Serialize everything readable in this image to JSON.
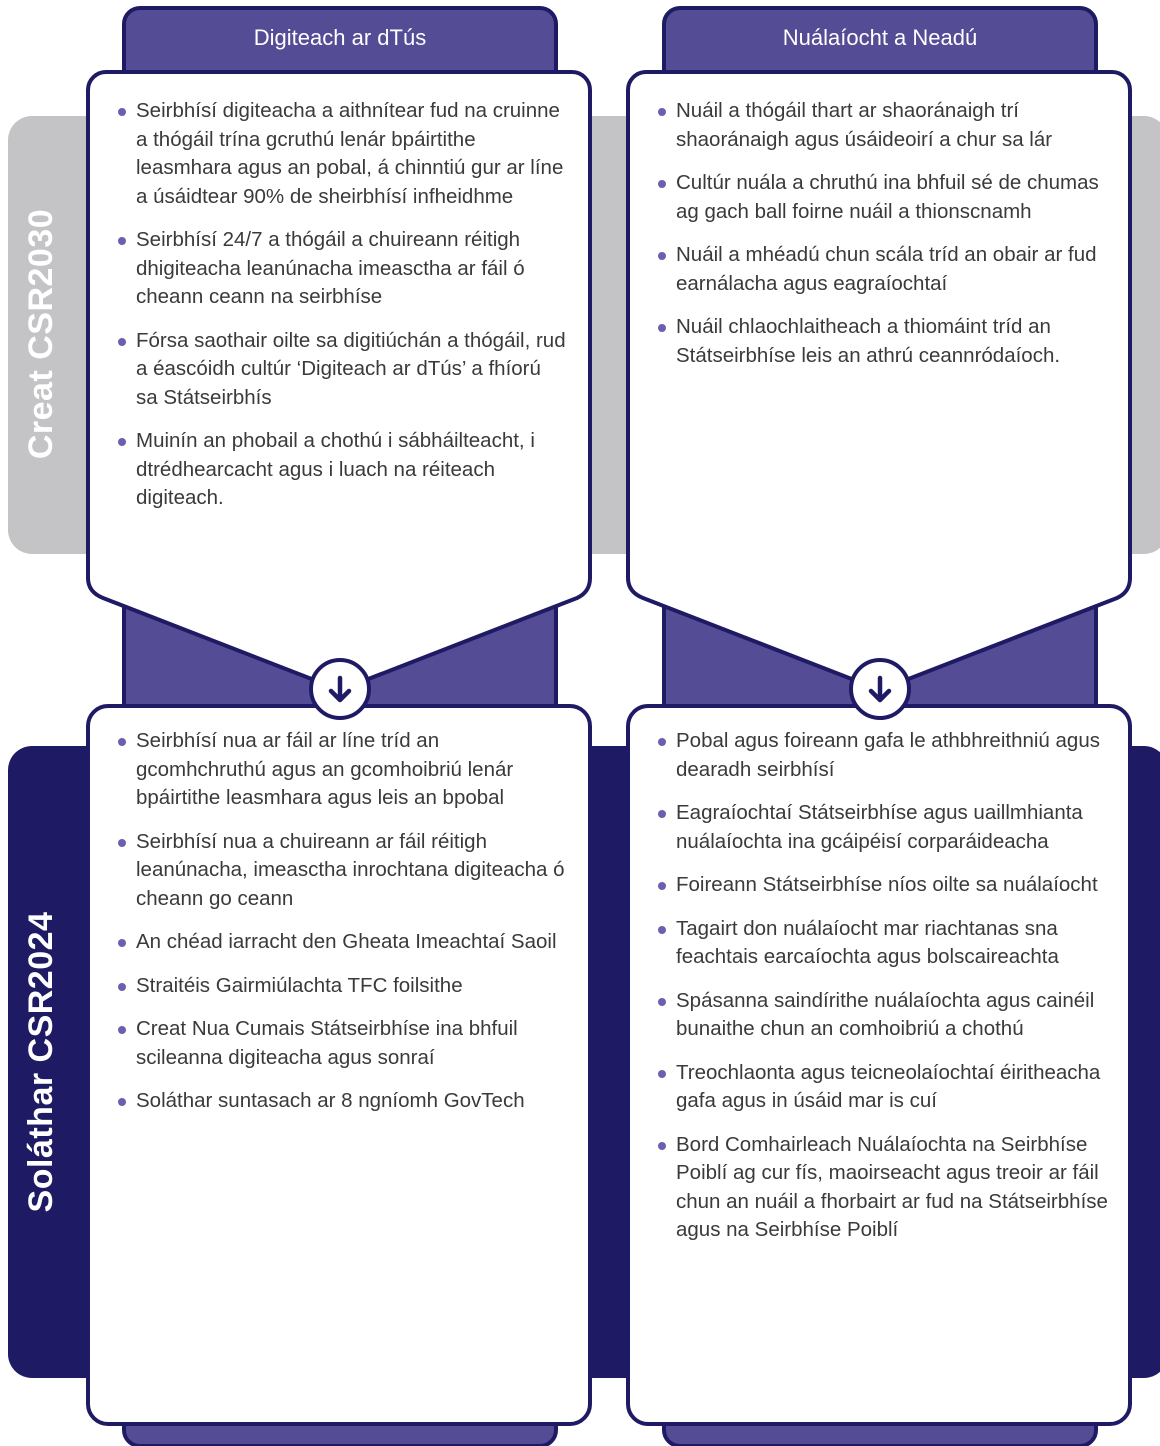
{
  "columns": [
    {
      "title": "Digiteach ar dTús"
    },
    {
      "title": "Nuálaíocht a Neadú"
    }
  ],
  "rows": [
    {
      "label": "Creat CSR2030"
    },
    {
      "label": "Soláthar CSR2024"
    }
  ],
  "boxes": {
    "top_left": [
      "Seirbhísí digiteacha a aithnítear fud na cruinne a thógáil trína gcruthú lenár bpáirtithe leasmhara agus an pobal, á chinntiú gur ar líne a úsáidtear 90% de sheirbhísí infheidhme",
      "Seirbhísí 24/7 a thógáil a chuireann réitigh dhigiteacha leanúnacha imeasctha ar fáil ó cheann ceann na seirbhíse",
      "Fórsa saothair oilte sa digitiúchán a thógáil, rud a éascóidh cultúr ‘Digiteach ar dTús’ a fhíorú sa Státseirbhís",
      "Muinín an phobail a chothú i sábháilteacht, i dtrédhearcacht agus i luach na réiteach digiteach."
    ],
    "top_right": [
      "Nuáil a thógáil thart ar shaoránaigh trí shaoránaigh agus úsáideoirí a chur sa lár",
      "Cultúr nuála a chruthú ina bhfuil sé de chumas ag gach ball foirne nuáil a thionscnamh",
      "Nuáil a mhéadú chun scála tríd an obair ar fud earnálacha agus eagraíochtaí",
      "Nuáil chlaochlaitheach a thiomáint tríd an Státseirbhíse leis an athrú ceannródaíoch."
    ],
    "bottom_left": [
      "Seirbhísí nua ar fáil ar líne tríd an gcomhchruthú agus an gcomhoibriú lenár bpáirtithe leasmhara agus leis an bpobal",
      "Seirbhísí nua a chuireann ar fáil réitigh leanúnacha, imeasctha inrochtana digiteacha ó cheann go ceann",
      "An chéad iarracht den Gheata Imeachtaí Saoil",
      "Straitéis Gairmiúlachta TFC foilsithe",
      "Creat Nua Cumais Státseirbhíse ina bhfuil scileanna digiteacha agus sonraí",
      "Soláthar suntasach ar 8 ngníomh GovTech"
    ],
    "bottom_right": [
      "Pobal agus foireann gafa le athbhreithniú agus dearadh seirbhísí",
      "Eagraíochtaí Státseirbhíse agus uaillmhianta nuálaíochta ina gcáipéisí corparáideacha",
      "Foireann Státseirbhíse níos oilte sa nuálaíocht",
      "Tagairt don nuálaíocht mar riachtanas sna feachtais earcaíochta agus bolscaireachta",
      "Spásanna saindírithe nuálaíochta agus cainéil bunaithe chun an comhoibriú a chothú",
      "Treochlaonta agus teicneolaíochtaí éiritheacha gafa agus in úsáid mar is cuí",
      "Bord Comhairleach Nuálaíochta na Seirbhíse Poiblí ag cur fís, maoirseacht agus treoir ar fáil chun an nuáil a fhorbairt ar fud na Státseirbhíse agus na Seirbhíse Poiblí"
    ]
  },
  "colors": {
    "purple": "#544c95",
    "navy": "#1e1b64",
    "grey": "#c4c4c6",
    "bullet": "#6b5fb0"
  },
  "icons": [
    "arrow-down-icon",
    "arrow-down-icon"
  ]
}
